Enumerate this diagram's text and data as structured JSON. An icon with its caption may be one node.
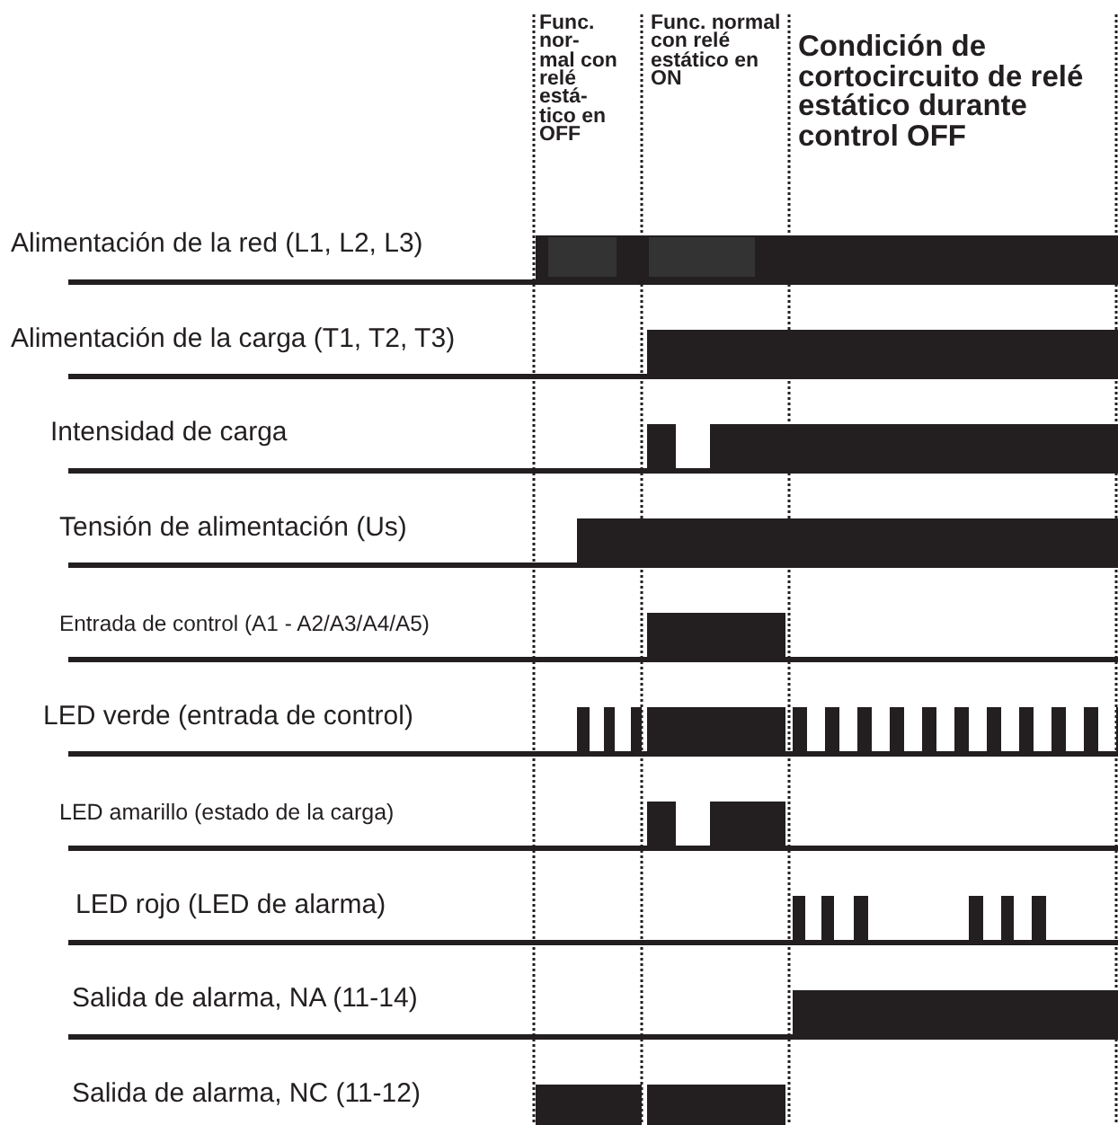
{
  "diagram": {
    "labels": [
      "Func. nor- mal con relé está- tico en OFF",
      "Func. normal con relé estático en ON",
      "Condición de cortocircuito de relé estático durante control OFF",
      "Alimentación de la red (L1, L2, L3)",
      "Alimentación de la carga (T1, T2, T3)",
      "Intensidad de carga",
      "Tensión de alimentación (Us)",
      "Entrada de control (A1 - A2/A3/A4/A5)",
      "LED verde (entrada de control)",
      "LED amarillo (estado de la carga)",
      "LED rojo (LED de alarma)",
      "Salida de alarma, NA (11-14)",
      "Salida de alarma, NC (11-12)"
    ]
  }
}
